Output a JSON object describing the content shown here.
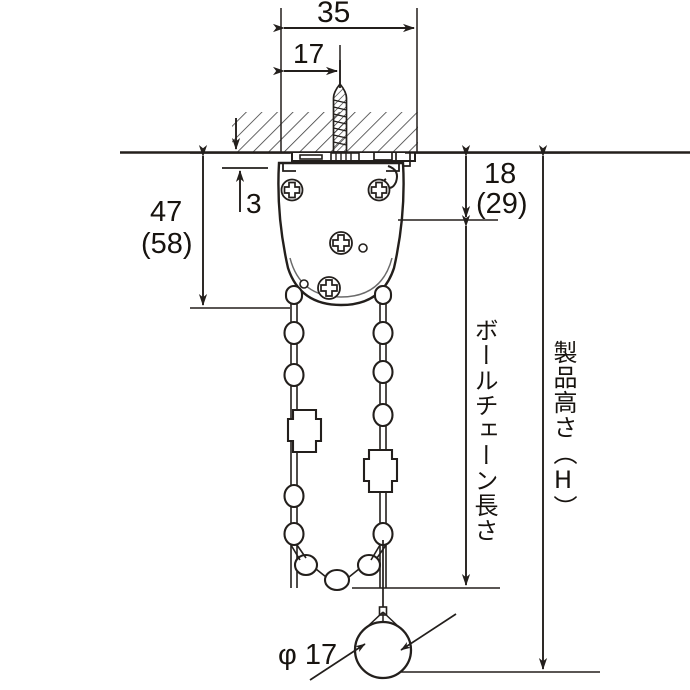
{
  "drawing": {
    "title": "roller-blind-ball-chain-mechanism-dimension-drawing",
    "units": "mm",
    "line_color": "#231f1c",
    "hatch_color": "#3a3a3a",
    "background": "#ffffff"
  },
  "dimensions": {
    "width_total": "35",
    "width_offset": "17",
    "depth_top": "3",
    "height_bracket": "47",
    "height_bracket_alt": "(58)",
    "height_cover": "18",
    "height_cover_alt": "(29)",
    "ball_diameter": "φ 17"
  },
  "labels": {
    "chain_length": "ボールチェーン長さ",
    "product_height": "製品高さ",
    "product_height_symbol": "（H）"
  },
  "parts": {
    "ceiling": "hatched-ceiling-section",
    "screw": "mounting-screw",
    "housing": "chain-drive-housing",
    "screws": [
      "housing-screw-top-left",
      "housing-screw-top-right",
      "housing-screw-middle",
      "housing-screw-bottom"
    ],
    "chain": "ball-chain-loop",
    "connectors": [
      "chain-connector-left",
      "chain-connector-right"
    ],
    "weight": "chain-weight-ball"
  }
}
